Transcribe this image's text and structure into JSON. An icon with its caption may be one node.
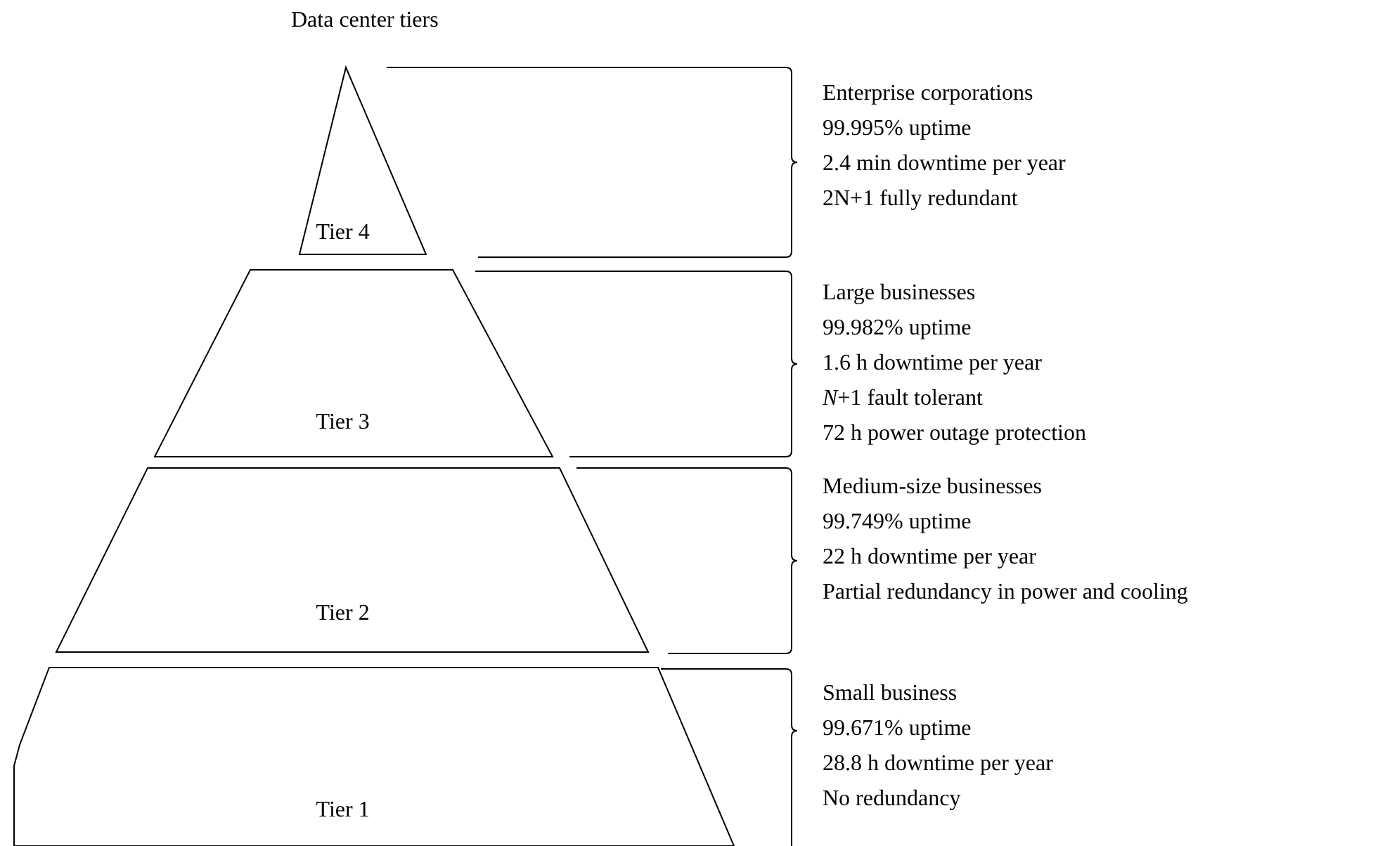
{
  "diagram": {
    "title": "Data center tiers",
    "nodes": [
      {
        "text": [
          "Tier 4"
        ],
        "beside": [
          "Enterprise corporations",
          "99.995% uptime",
          "2.4 min downtime per year",
          "2N+1 fully redundant"
        ]
      },
      {
        "text": [
          "Tier 3"
        ],
        "beside": [
          "Large businesses",
          "99.982% uptime",
          "1.6 h downtime per year",
          "*N*+1 fault tolerant",
          "72 h power outage protection"
        ]
      },
      {
        "text": [
          "Tier 2"
        ],
        "beside": [
          "Medium-size businesses",
          "99.749% uptime",
          "22 h downtime per year",
          "Partial redundancy in power and cooling"
        ]
      },
      {
        "text": [
          "Tier 1"
        ],
        "beside": [
          "Small business",
          "99.671% uptime",
          "28.8 h downtime per year",
          "No redundancy"
        ]
      }
    ]
  }
}
